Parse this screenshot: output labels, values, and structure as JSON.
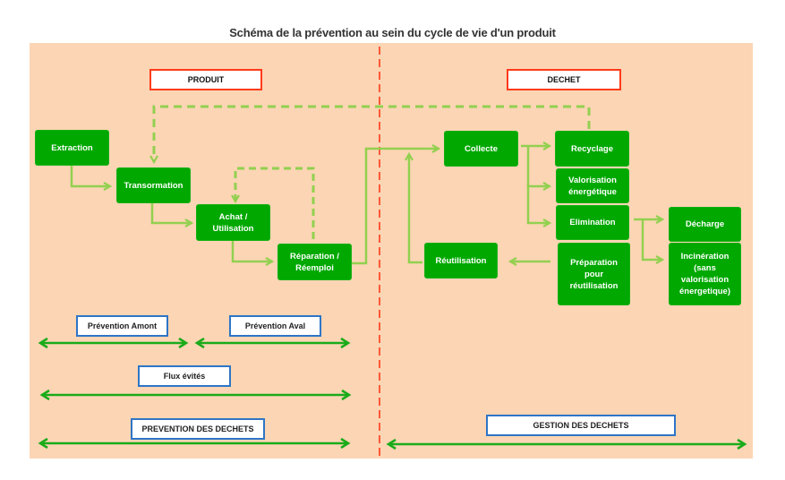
{
  "title": "Schéma de la prévention au sein du cycle de vie d'un produit",
  "colors": {
    "background": "#fcd5b4",
    "node_fill": "#00a800",
    "flow_line": "#92d050",
    "scope_arrow": "#1aab1a",
    "divider": "#ff4a2a",
    "header_border": "#ff3b1a",
    "label_border": "#2e75c6"
  },
  "headers": {
    "produit": "PRODUIT",
    "dechet": "DECHET"
  },
  "nodes": {
    "extraction": "Extraction",
    "transformation": "Transormation",
    "achat": "Achat / Utilisation",
    "reparation": "Réparation / Réemploi",
    "collecte": "Collecte",
    "recyclage": "Recyclage",
    "valorisation": "Valorisation énergétique",
    "elimination": "Elimination",
    "preparation": "Préparation pour réutilisation",
    "reutilisation": "Réutilisation",
    "decharge": "Décharge",
    "incineration": "Incinération (sans valorisation énergetique)"
  },
  "scopes": {
    "prevention_amont": "Prévention Amont",
    "prevention_aval": "Prévention Aval",
    "flux_evites": "Flux évités",
    "prevention_dechets": "PREVENTION DES DECHETS",
    "gestion_dechets": "GESTION DES DECHETS"
  }
}
